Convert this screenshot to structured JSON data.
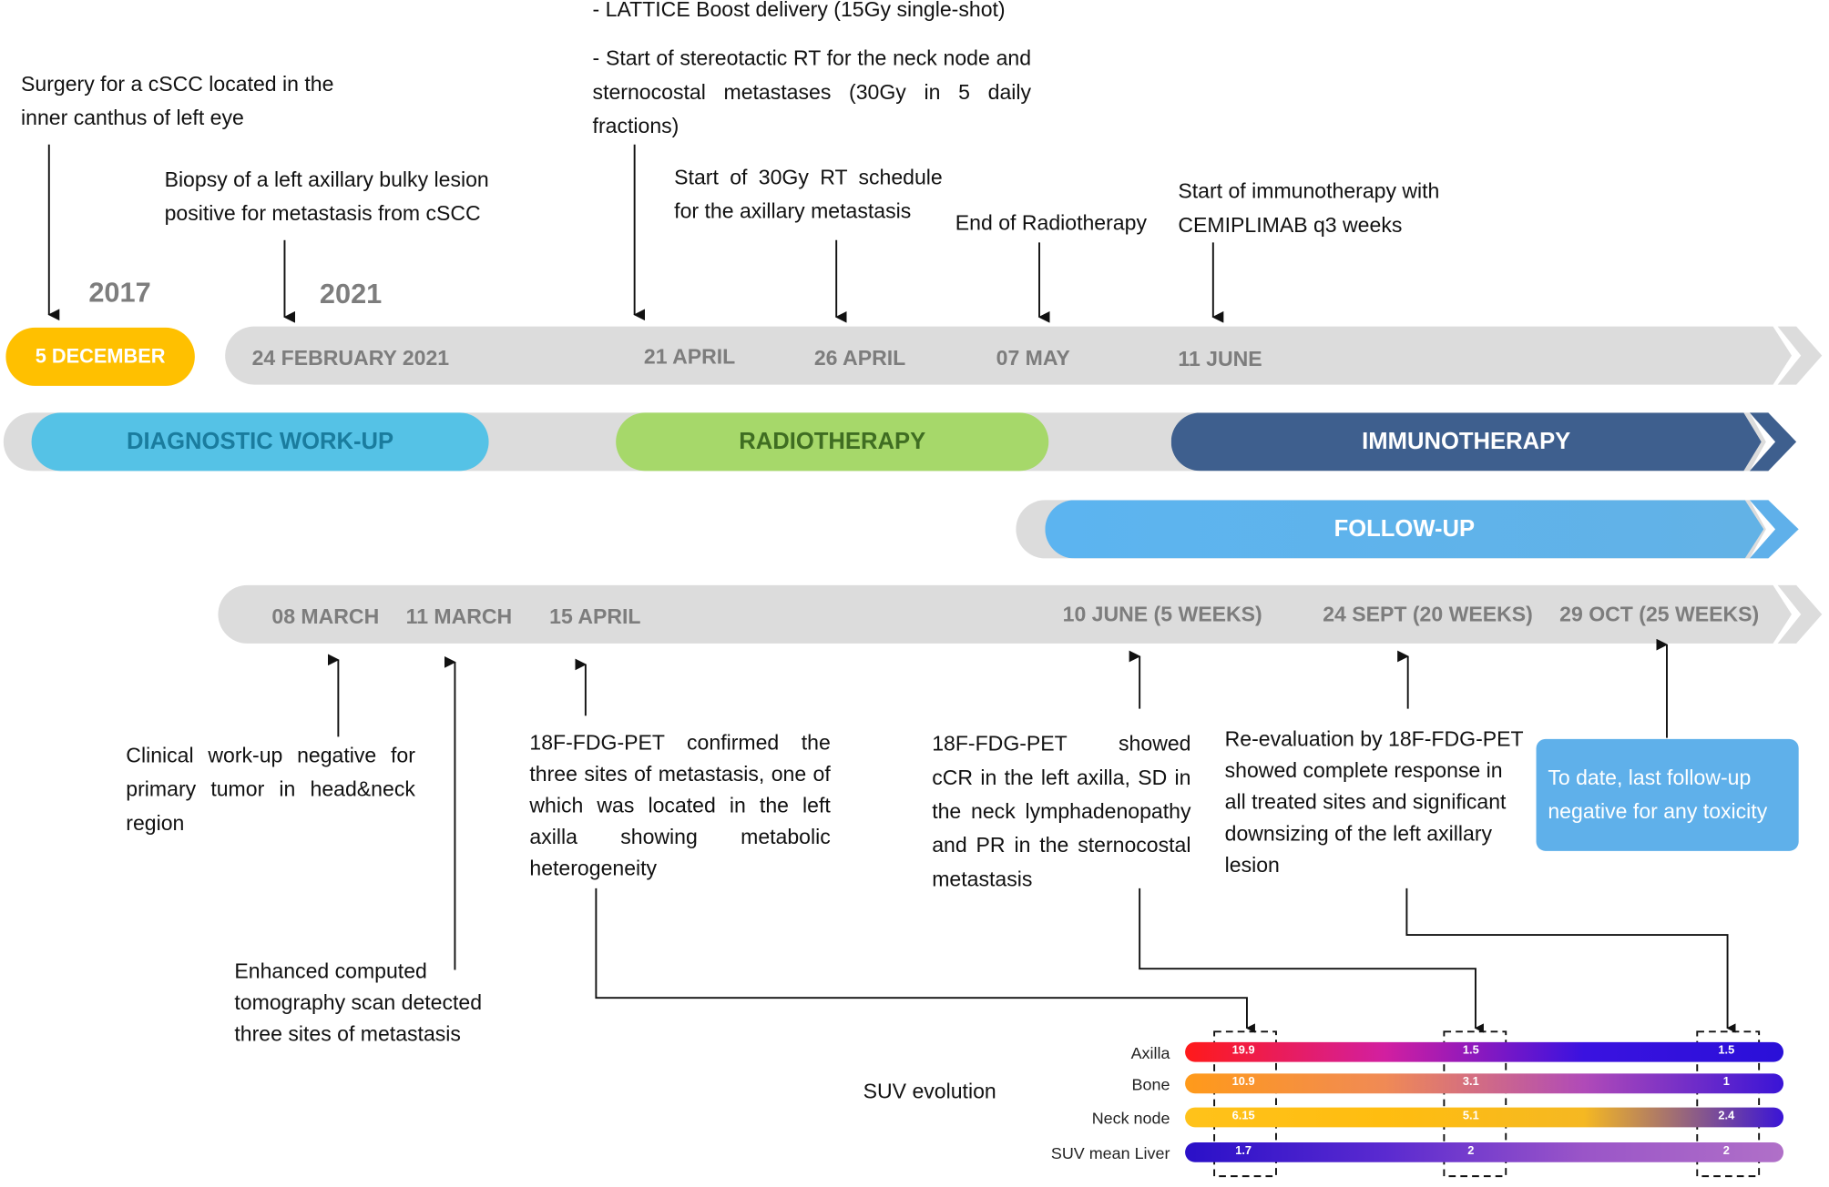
{
  "years": {
    "y2017": "2017",
    "y2021": "2021"
  },
  "top_dates": {
    "d0": "5 DECEMBER",
    "d1": "24 FEBRUARY 2021",
    "d2": "21 APRIL",
    "d3": "26 APRIL",
    "d4": "07 MAY",
    "d5": "11 JUNE"
  },
  "top_events": {
    "surgery": "Surgery for a  cSCC located in the inner canthus of left  eye",
    "biopsy": "Biopsy of a left axillary bulky lesion positive for metastasis from cSCC",
    "lattice": "- LATTICE Boost  delivery (15Gy single-shot)",
    "stereotactic": "- Start  of  stereotactic  RT  for  the  neck  node and  sternocostal  metastases  (30Gy  in  5  daily fractions)",
    "rt30": "Start  of  30Gy  RT  schedule for the axillary metastasis",
    "end_rt": "End of Radiotherapy",
    "immuno_start": "Start  of  immunotherapy with CEMIPLIMAB q3 weeks"
  },
  "phases": {
    "diagnostic": "DIAGNOSTIC WORK-UP",
    "radiotherapy": "RADIOTHERAPY",
    "immunotherapy": "IMMUNOTHERAPY",
    "followup": "FOLLOW-UP"
  },
  "bottom_dates": {
    "b1": "08 MARCH",
    "b2": "11 MARCH",
    "b3": "15 APRIL",
    "b4": "10 JUNE (5 WEEKS)",
    "b5": "24 SEPT (20 WEEKS)",
    "b6": "29 OCT (25 WEEKS)"
  },
  "bottom_events": {
    "clinical": "Clinical  work-up  negative  for primary  tumor  in  head&neck region",
    "ct": "Enhanced computed tomography scan detected three sites of metastasis",
    "pet1": "18F-FDG-PET  confirmed  the three sites of metastasis, one of which was located in the left axilla  showing  metabolic heterogeneity",
    "pet2": "18F-FDG-PET  showed  cCR in  the  left  axilla,  SD  in  the neck  lymphadenopathy and PR in the sternocostal metastasis",
    "reeval": "Re-evaluation by 18F-FDG-PET showed complete response in all treated sites and significant downsizing of the left axillary lesion",
    "last_followup": "To date, last follow-up negative for any toxicity"
  },
  "suv": {
    "title": "SUV evolution",
    "rows": [
      {
        "label": "Axilla",
        "values": [
          "19.9",
          "1.5",
          "1.5"
        ],
        "colors": [
          "#ff1a1a",
          "#d21fa0",
          "#3a12e0",
          "#2a10d8"
        ]
      },
      {
        "label": "Bone",
        "values": [
          "10.9",
          "3.1",
          "1"
        ],
        "colors": [
          "#ff9a1a",
          "#f08a55",
          "#b04ab8",
          "#3a14d6"
        ]
      },
      {
        "label": "Neck node",
        "values": [
          "6.15",
          "5.1",
          "2.4"
        ],
        "colors": [
          "#ffc21a",
          "#ffbd10",
          "#f5b822",
          "#3a14d6"
        ]
      },
      {
        "label": "SUV mean Liver",
        "values": [
          "1.7",
          "2",
          "2"
        ],
        "colors": [
          "#2a10c8",
          "#5a2ad0",
          "#9a55c8",
          "#b070c8"
        ]
      }
    ]
  }
}
